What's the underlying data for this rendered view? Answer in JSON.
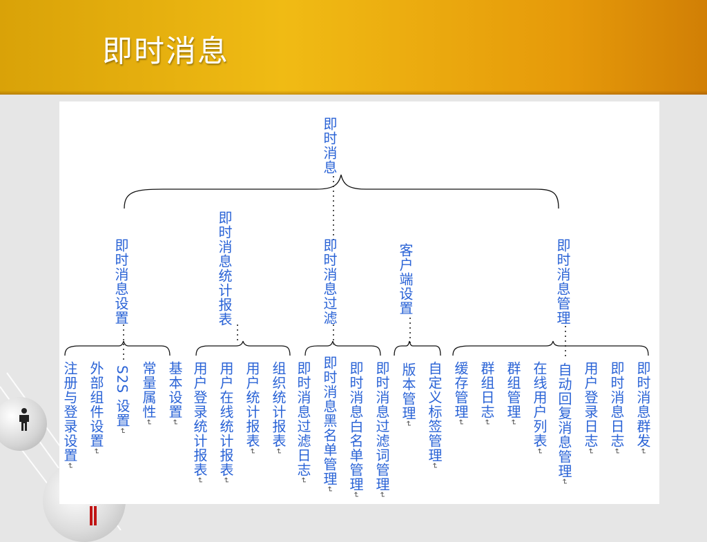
{
  "slide": {
    "title": "即时消息"
  },
  "diagram": {
    "root": "即时消息",
    "branches": [
      {
        "label": "即时消息设置",
        "children": [
          "注册与登录设置",
          "外部组件设置",
          "S2S 设置",
          "常量属性",
          "基本设置"
        ]
      },
      {
        "label": "即时消息统计报表",
        "children": [
          "用户登录统计报表",
          "用户在线统计报表",
          "用户统计报表",
          "组织统计报表"
        ]
      },
      {
        "label": "即时消息过滤",
        "children": [
          "即时消息过滤日志",
          "即时消息黑名单管理",
          "即时消息白名单管理",
          "即时消息过滤词管理"
        ]
      },
      {
        "label": "客户端设置",
        "children": [
          "版本管理",
          "自定义标签管理"
        ]
      },
      {
        "label": "即时消息管理",
        "children": [
          "缓存管理",
          "群组日志",
          "群组管理",
          "在线用户列表",
          "自动回复消息管理",
          "用户登录日志",
          "即时消息日志",
          "即时消息群发"
        ]
      }
    ],
    "end_mark": "↵"
  },
  "colors": {
    "text": "#2a63d6",
    "header_gold": "#f0bb14",
    "header_orange": "#d17f05"
  },
  "icons": [
    "person-icon"
  ]
}
